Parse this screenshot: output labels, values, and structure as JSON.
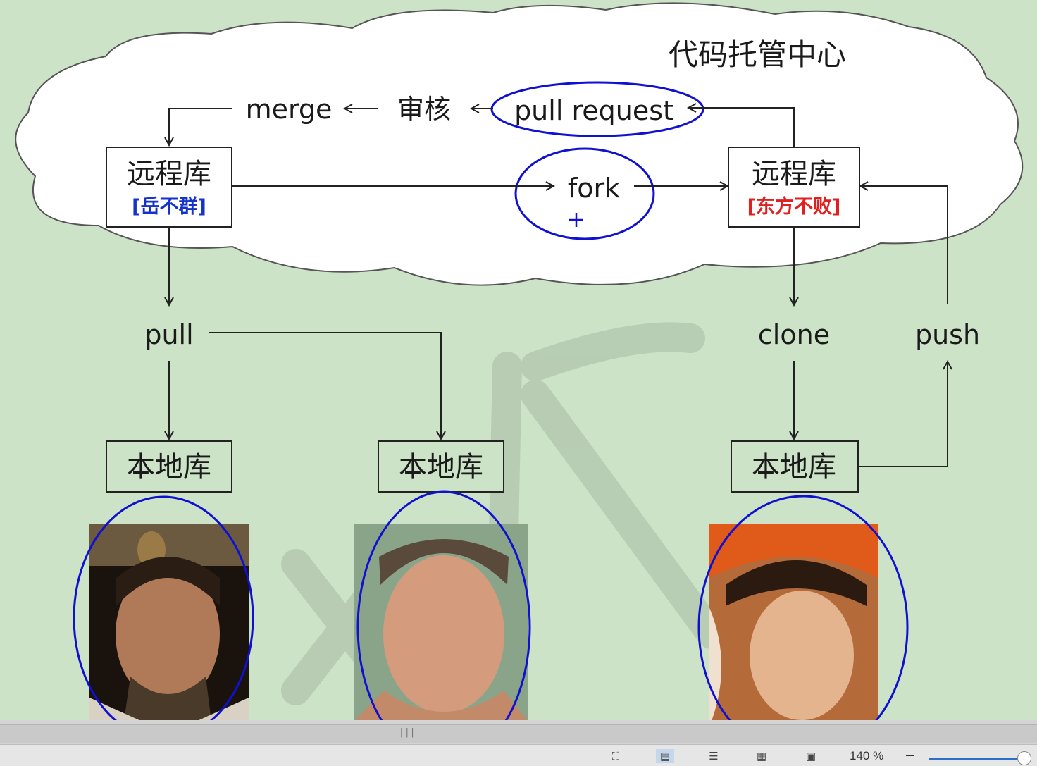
{
  "title": "代码托管中心",
  "flow": {
    "merge": "merge",
    "review": "审核",
    "pull_request": "pull request",
    "fork": "fork",
    "pull": "pull",
    "clone": "clone",
    "push": "push"
  },
  "remote_left": {
    "title": "远程库",
    "owner": "[岳不群]",
    "owner_color": "#1533c8"
  },
  "remote_right": {
    "title": "远程库",
    "owner": "[东方不败]",
    "owner_color": "#e02020"
  },
  "local_repo_label": "本地库",
  "local_repos": [
    "本地库",
    "本地库",
    "本地库"
  ],
  "highlight_color": "#1010d0",
  "statusbar": {
    "zoom": "140 %",
    "zoom_minus": "−",
    "grip": "|||"
  },
  "icons": [
    "fit-page-icon",
    "print-layout-icon",
    "web-layout-icon",
    "reading-mode-icon",
    "page-view-icon"
  ]
}
